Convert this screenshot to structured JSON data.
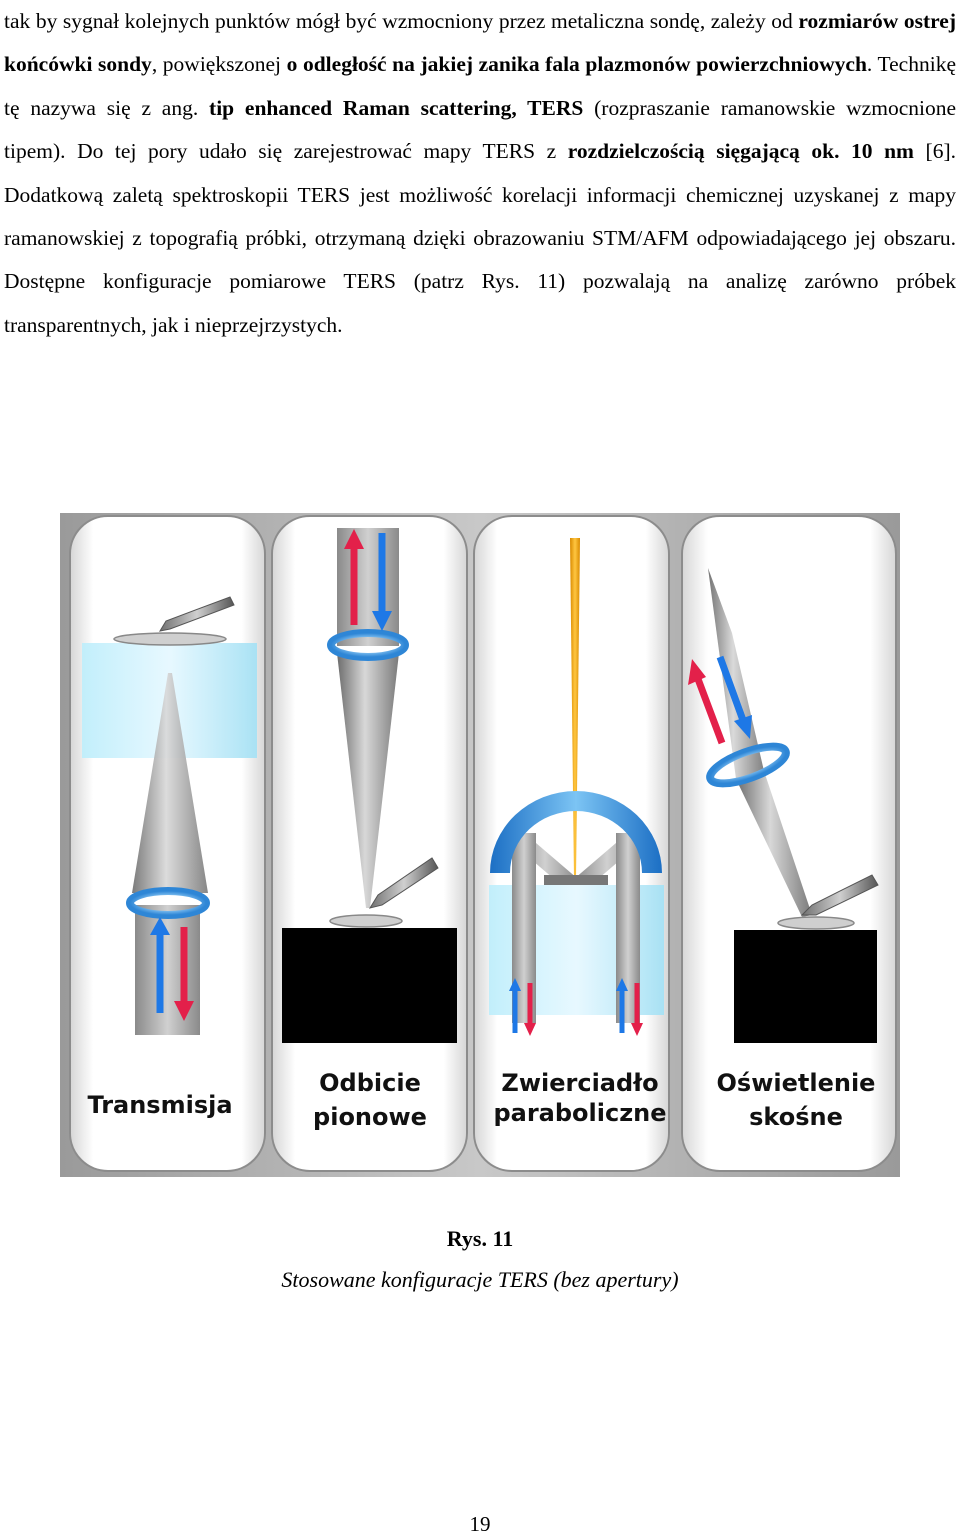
{
  "paragraph": [
    {
      "t": "tak by sygnał kolejnych punktów mógł być wzmocniony przez metaliczna sondę, zależy od ",
      "b": false
    },
    {
      "t": "rozmiarów ostrej końcówki sondy",
      "b": true
    },
    {
      "t": ", powiększonej ",
      "b": false
    },
    {
      "t": "o odległość na jakiej zanika fala plazmonów powierzchniowych",
      "b": true
    },
    {
      "t": ". Technikę tę nazywa się z ang. ",
      "b": false
    },
    {
      "t": "tip enhanced Raman scattering, TERS",
      "b": true
    },
    {
      "t": " (rozpraszanie ramanowskie wzmocnione tipem). Do tej pory udało się zarejestrować mapy TERS z ",
      "b": false
    },
    {
      "t": "rozdzielczością sięgającą ok. 10 nm",
      "b": true
    },
    {
      "t": " [6]. Dodatkową zaletą spektroskopii TERS jest możliwość korelacji informacji chemicznej uzyskanej z mapy ramanowskiej z topografią próbki, otrzymaną dzięki obrazowaniu STM/AFM odpowiadającego jej obszaru. Dostępne konfiguracje pomiarowe TERS (patrz Rys. 11) pozwalają na analizę zarówno próbek transparentnych, jak i nieprzejrzystych.",
      "b": false
    }
  ],
  "figure": {
    "panels": [
      {
        "line1": "Transmisja",
        "line2": ""
      },
      {
        "line1": "Odbicie",
        "line2": "pionowe"
      },
      {
        "line1": "Zwierciadło",
        "line2": "paraboliczne"
      },
      {
        "line1": "Oświetlenie",
        "line2": "skośne"
      }
    ]
  },
  "caption": {
    "number": "Rys. 11",
    "text": "Stosowane konfiguracje TERS (bez apertury)"
  },
  "page_number": "19",
  "colors": {
    "up_arrow": "#e3204a",
    "down_arrow": "#1e78e6",
    "lens": "#4aa3ea",
    "substrate": "#a8e6f8",
    "sample": "#000000",
    "tip_gold": "#f0a81c"
  }
}
